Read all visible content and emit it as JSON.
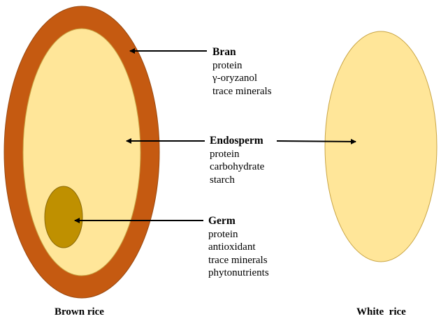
{
  "colors": {
    "bran": "#c55a11",
    "bran_stroke": "#9a4a12",
    "endosperm": "#ffe699",
    "endosperm_stroke": "#c9a545",
    "germ": "#bf9000",
    "germ_stroke": "#8b6a08",
    "arrow": "#000000"
  },
  "parts": {
    "bran": {
      "title": "Bran",
      "items": [
        "protein",
        "γ-oryzanol",
        "trace minerals"
      ]
    },
    "endosperm": {
      "title": "Endosperm",
      "items": [
        "protein",
        "carbohydrate",
        "starch"
      ]
    },
    "germ": {
      "title": "Germ",
      "items": [
        "protein",
        "antioxidant",
        "trace minerals",
        "phytonutrients"
      ]
    }
  },
  "captions": {
    "brown": "Brown rice",
    "white": "White  rice"
  }
}
